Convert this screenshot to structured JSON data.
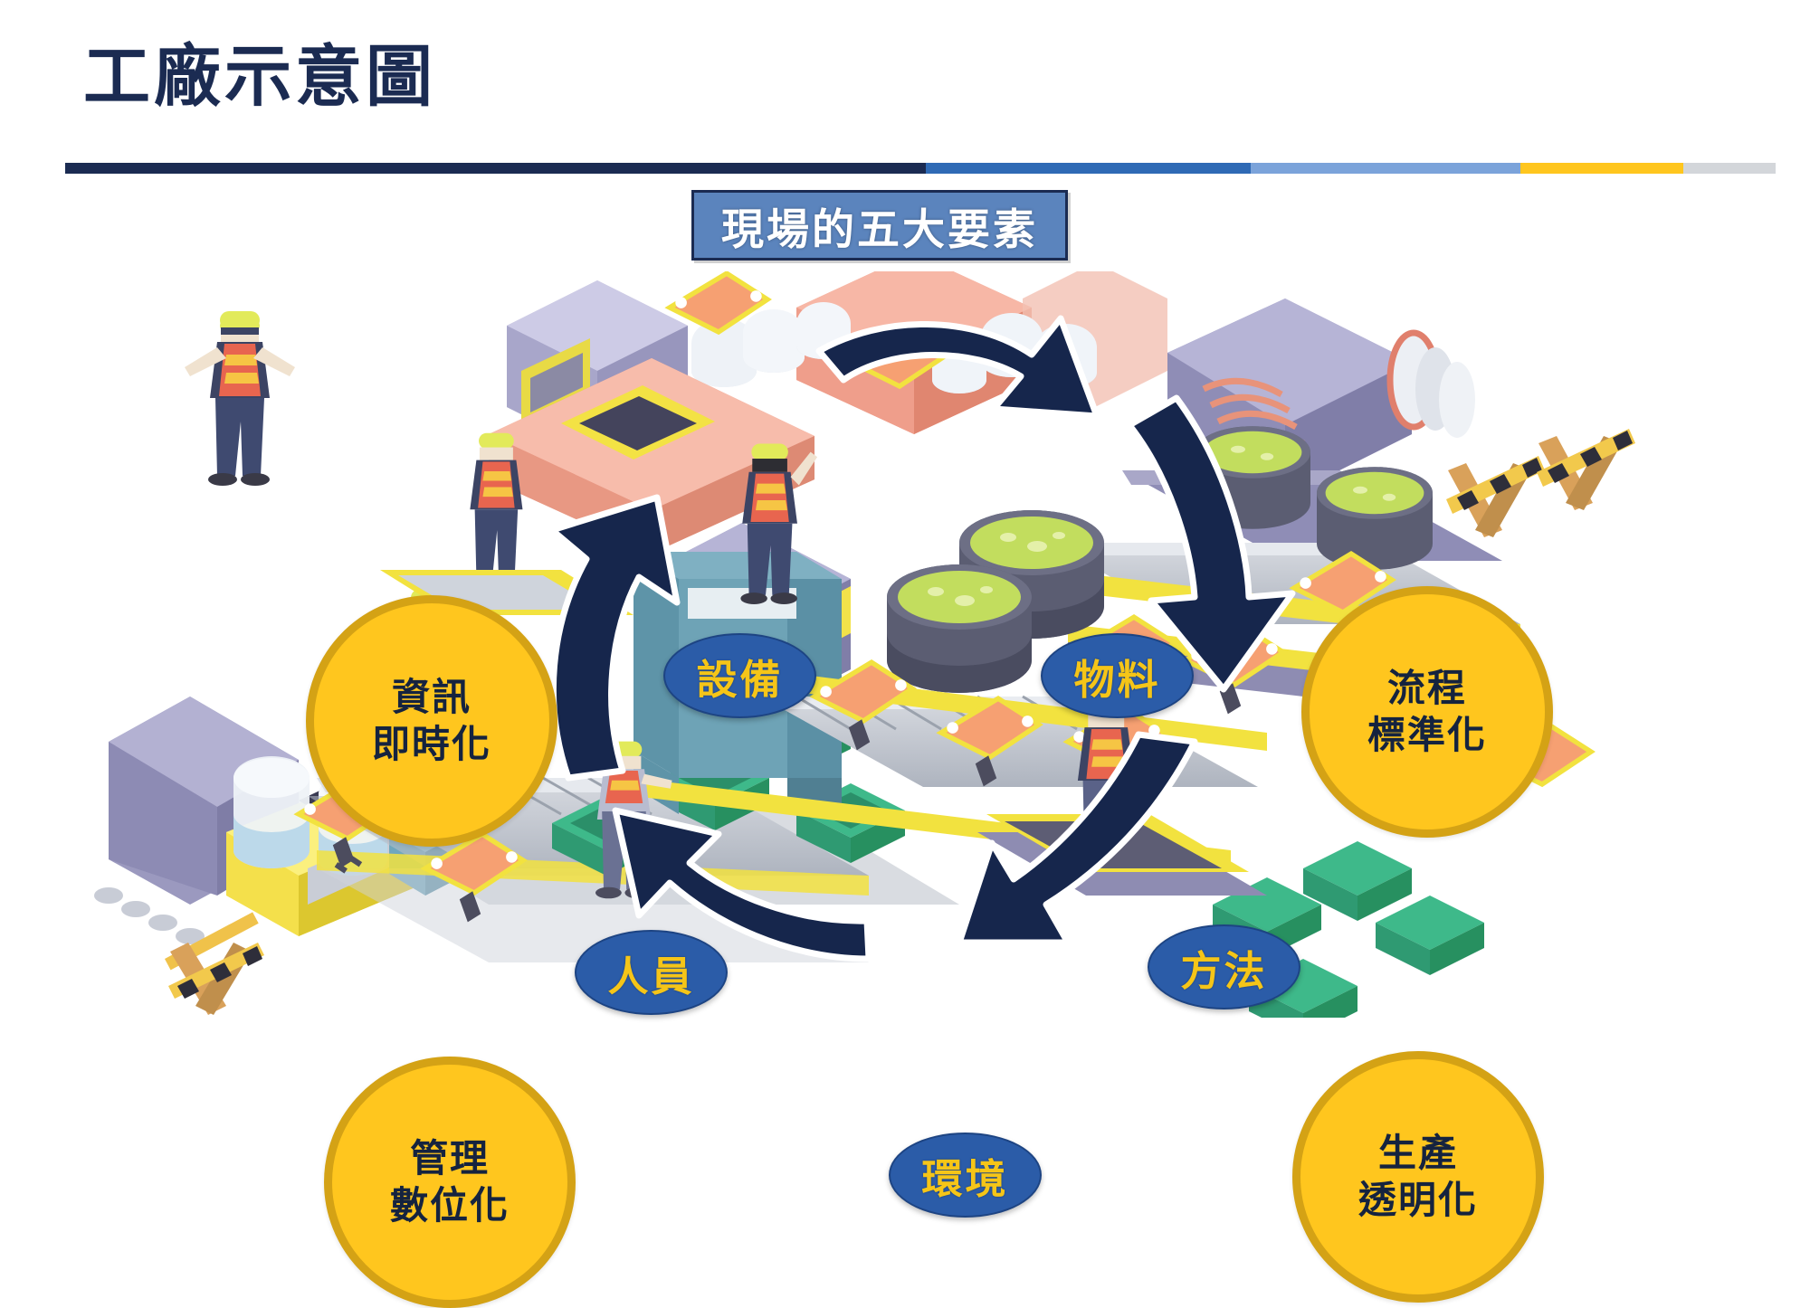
{
  "page": {
    "title": "工廠示意圖"
  },
  "divider": {
    "segments": [
      {
        "name": "navy",
        "color": "#1b2b52",
        "width_pct": 50.3
      },
      {
        "name": "medium-blue",
        "color": "#2f6ab5",
        "width_pct": 19.0
      },
      {
        "name": "light-blue",
        "color": "#7ba3da",
        "width_pct": 15.8
      },
      {
        "name": "gold",
        "color": "#FFC61E",
        "width_pct": 9.5
      },
      {
        "name": "gray",
        "color": "#d3d6da",
        "width_pct": 5.4
      }
    ]
  },
  "caption": {
    "label": "現場的五大要素",
    "fill": "#5b84bd",
    "border": "#1b2b52",
    "text_color": "#ffffff"
  },
  "circles": [
    {
      "id": "info",
      "line1": "資訊",
      "line2": "即時化",
      "position": "top-left"
    },
    {
      "id": "process",
      "line1": "流程",
      "line2": "標準化",
      "position": "top-right"
    },
    {
      "id": "manage",
      "line1": "管理",
      "line2": "數位化",
      "position": "bottom-left"
    },
    {
      "id": "produce",
      "line1": "生產",
      "line2": "透明化",
      "position": "bottom-right"
    }
  ],
  "elements": [
    {
      "id": "equipment",
      "label": "設備",
      "order": 1
    },
    {
      "id": "material",
      "label": "物料",
      "order": 2
    },
    {
      "id": "method",
      "label": "方法",
      "order": 3
    },
    {
      "id": "environment",
      "label": "環境",
      "order": 4
    },
    {
      "id": "people",
      "label": "人員",
      "order": 5
    }
  ],
  "colors": {
    "navy": "#1b2b52",
    "circle_fill": "#FFC61E",
    "circle_border": "#D4A215",
    "circle_text": "#15233f",
    "pill_fill": "#2B5CA8",
    "pill_text": "#F5C518",
    "arrow": "#16264c",
    "arrow_outline": "#ffffff",
    "background": "#ffffff"
  },
  "illustration": {
    "name": "isometric-factory-floor",
    "description": "等角工廠生產線插圖：輸送帶、機械手臂、作業員、貨箱、儲槽"
  }
}
